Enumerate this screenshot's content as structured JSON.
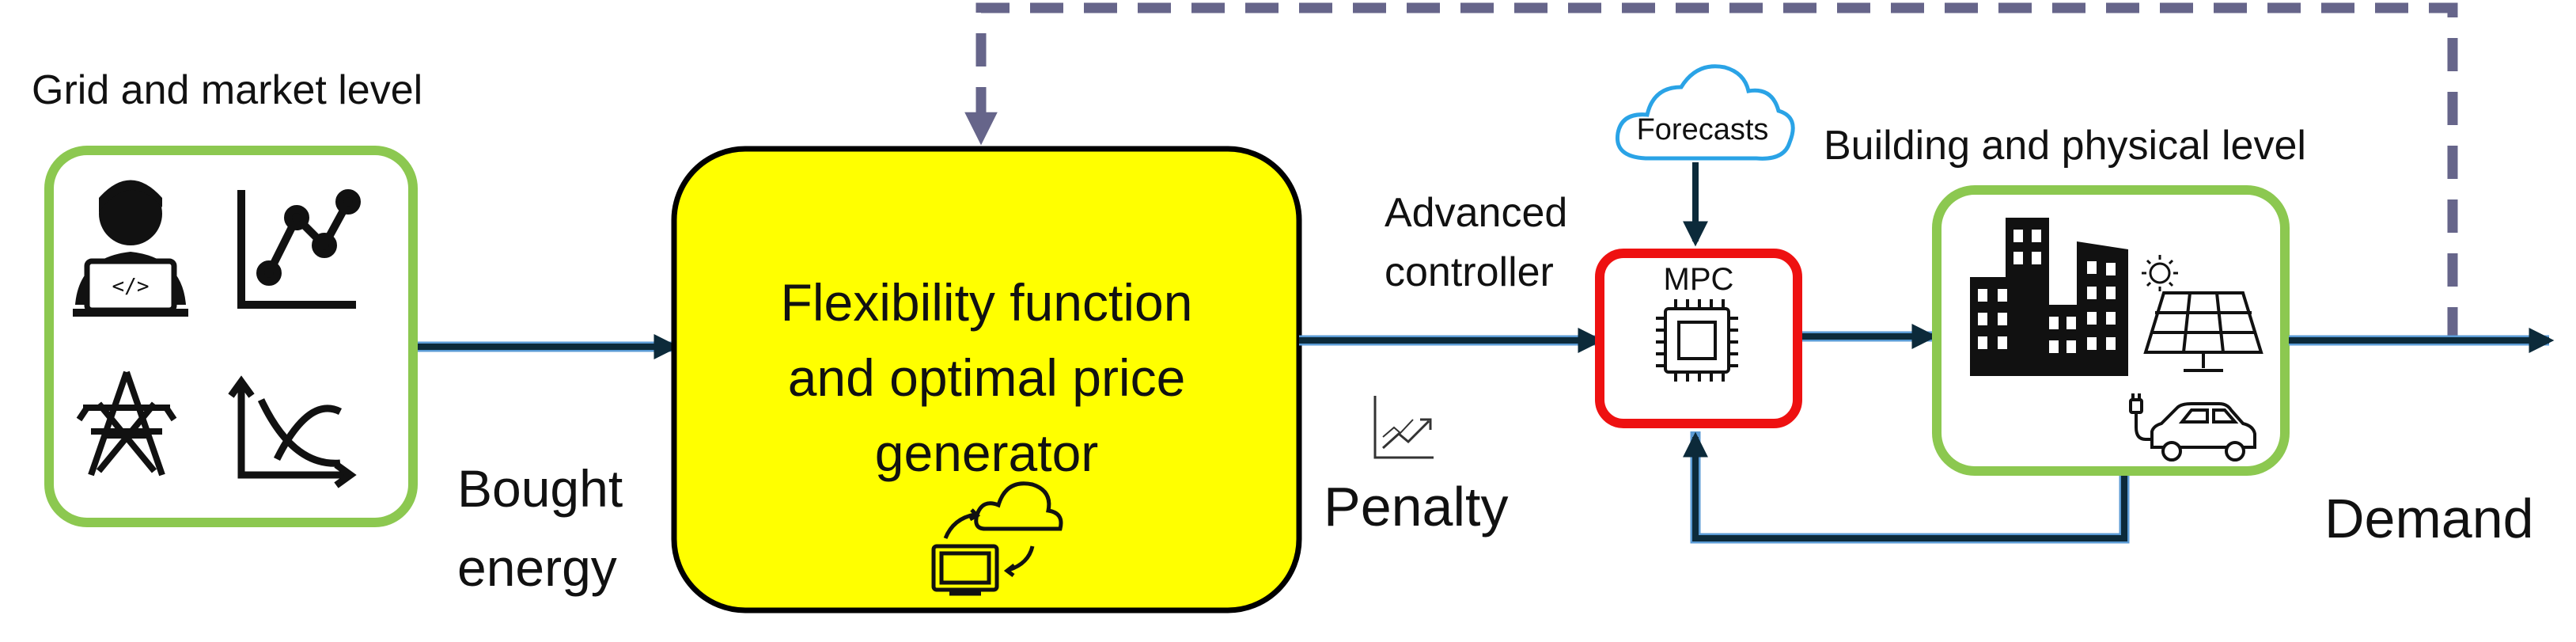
{
  "grid_section": {
    "label": "Grid and market level",
    "icons": [
      "developer-laptop-icon",
      "line-chart-icon",
      "power-pylon-icon",
      "decreasing-curve-icon"
    ]
  },
  "bought_energy": {
    "line1": "Bought",
    "line2": "energy"
  },
  "flexibility_box": {
    "line1": "Flexibility function",
    "line2": "and optimal price",
    "line3": "generator",
    "fill_color": "#ffff00",
    "icon": "cloud-computer-sync-icon"
  },
  "advanced_controller": {
    "line1": "Advanced",
    "line2": "controller"
  },
  "penalty": {
    "label": "Penalty",
    "icon": "trend-up-chart-icon"
  },
  "forecasts": {
    "label": "Forecasts",
    "icon_color": "#2aa3e6"
  },
  "mpc": {
    "label": "MPC",
    "border_color": "#ee1111",
    "icon": "cpu-chip-icon"
  },
  "building_section": {
    "label": "Building and physical level",
    "border_color": "#8cc850",
    "icons": [
      "city-buildings-icon",
      "sun-icon",
      "solar-panel-icon",
      "electric-car-icon"
    ]
  },
  "demand": {
    "label": "Demand"
  },
  "colors": {
    "arrow": "#0c2a3a",
    "arrow_glow": "#5b9bd5",
    "feedback_dashed": "#66658a",
    "green_border": "#8cc850"
  }
}
